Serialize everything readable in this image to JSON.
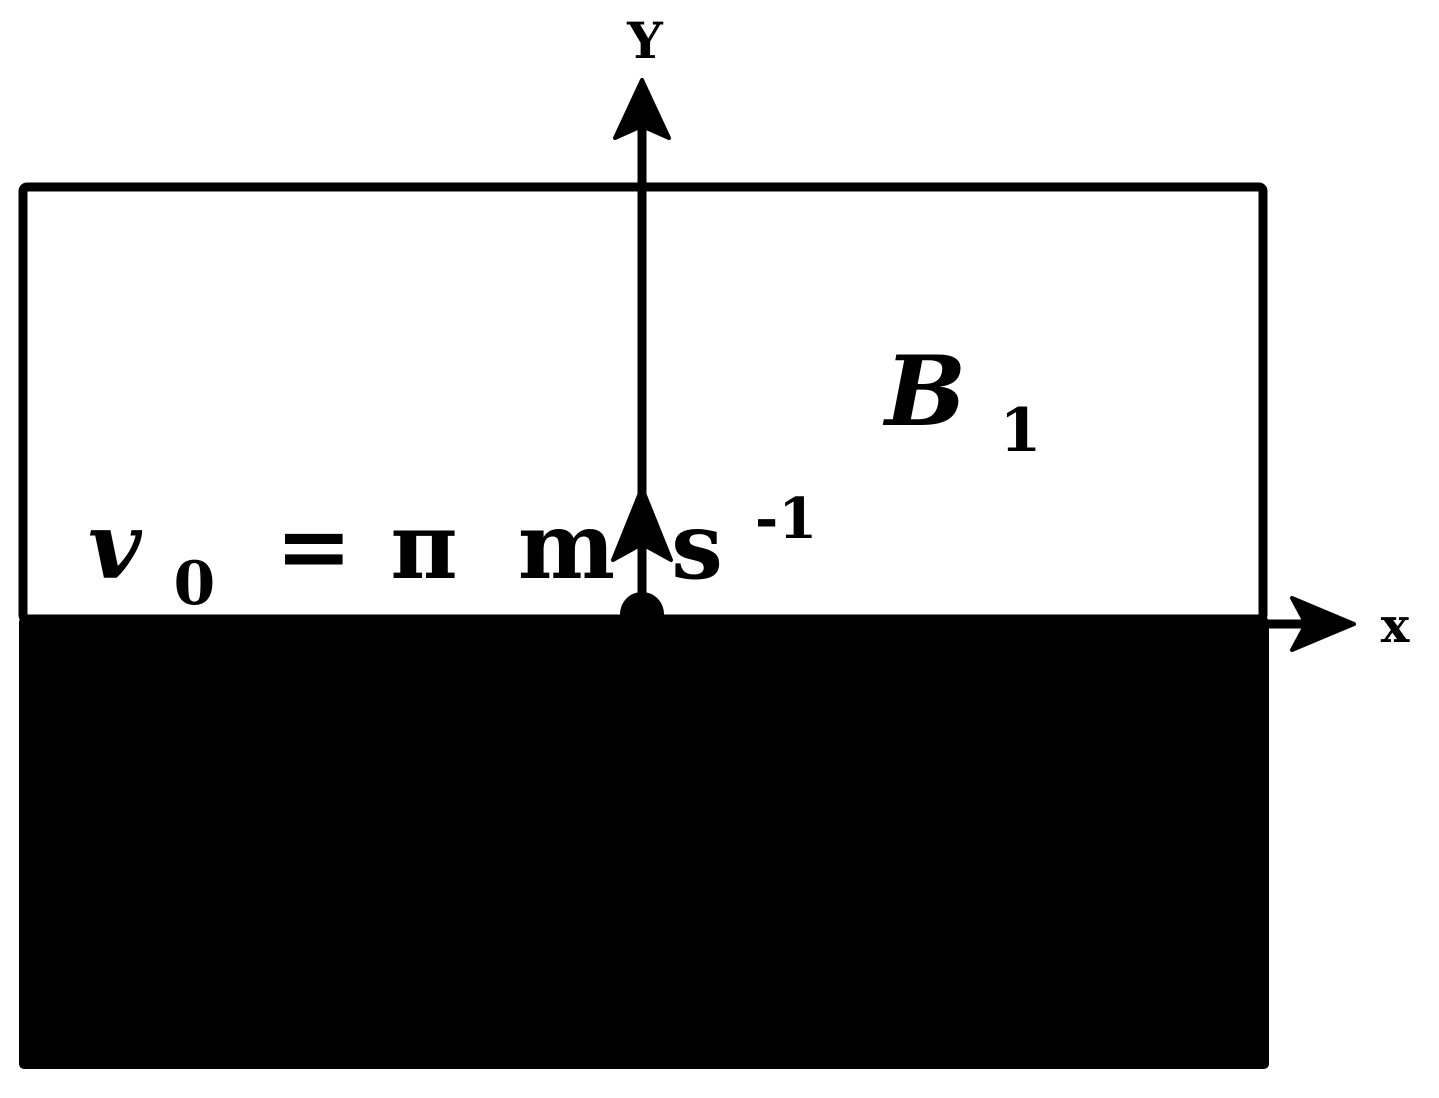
{
  "axes": {
    "y_label": "Y",
    "x_label": "x"
  },
  "field_region": {
    "label": "B",
    "label_subscript": "1"
  },
  "velocity": {
    "symbol": "v",
    "subscript": "0",
    "equals": "=",
    "value": "π",
    "unit_m": "m",
    "unit_s": "s",
    "unit_exponent": "-1"
  },
  "colors": {
    "stroke": "#000000",
    "fill_lower_region": "#000000",
    "background": "#ffffff"
  }
}
